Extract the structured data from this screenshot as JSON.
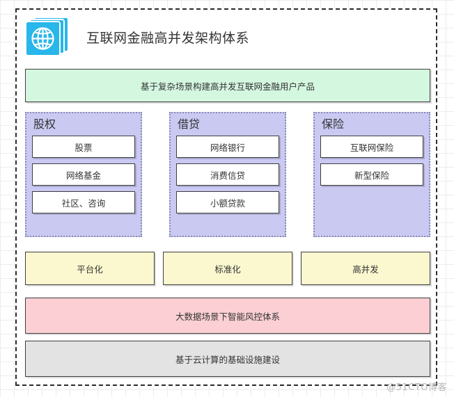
{
  "header": {
    "icon": "globe-stack-icon",
    "title": "互联网金融高并发架构体系"
  },
  "bands": {
    "green": "基于复杂场景构建高并发互联网金融用户产品",
    "pink": "大数据场景下智能风控体系",
    "gray": "基于云计算的基础设施建设"
  },
  "groups": [
    {
      "title": "股权",
      "items": [
        "股票",
        "网络基金",
        "社区、咨询"
      ]
    },
    {
      "title": "借贷",
      "items": [
        "网络银行",
        "消费信贷",
        "小额贷款"
      ]
    },
    {
      "title": "保险",
      "items": [
        "互联网保险",
        "新型保险"
      ]
    }
  ],
  "capabilities": [
    "平台化",
    "标准化",
    "高并发"
  ],
  "watermark": "@51CTO博客",
  "colors": {
    "icon_blue": "#29b6ea",
    "green_band": "#d4f7e0",
    "purple_group": "#c9c9f2",
    "yellow_box": "#fbf8cf",
    "pink_band": "#fbcfd3",
    "gray_band": "#e3e3e3",
    "border": "#3d3d3d"
  }
}
